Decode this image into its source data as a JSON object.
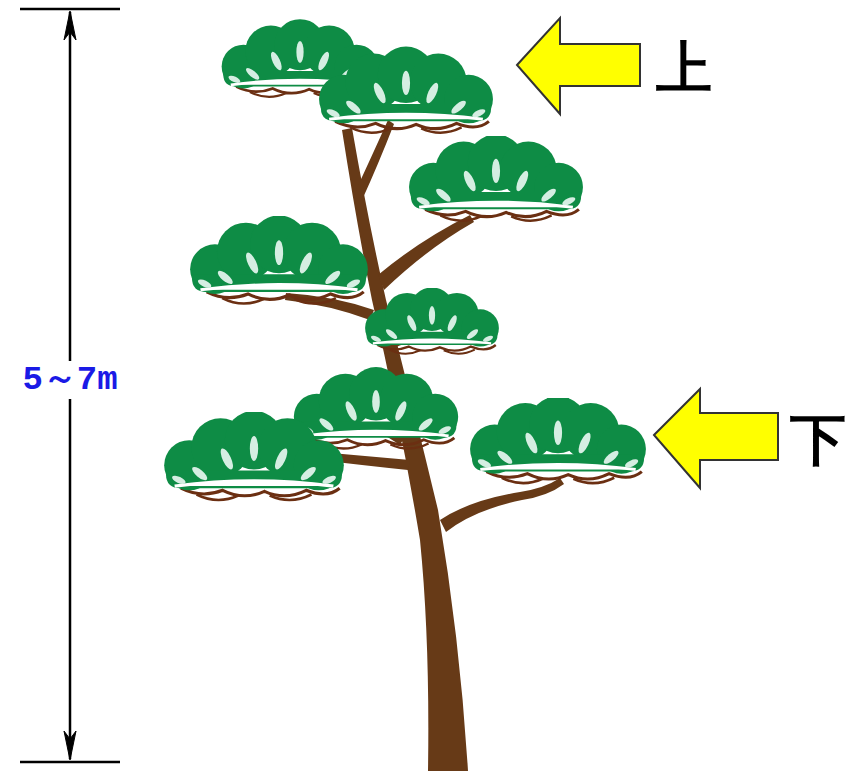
{
  "diagram": {
    "labels": [
      "上",
      "5～7m",
      "下"
    ]
  }
}
